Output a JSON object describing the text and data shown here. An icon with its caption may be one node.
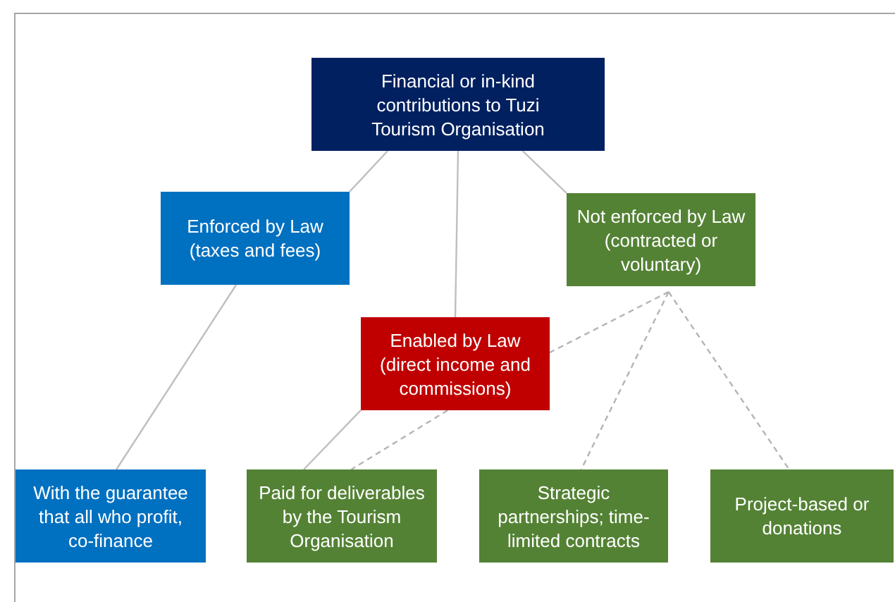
{
  "diagram": {
    "nodes": [
      {
        "text": [
          "Financial or in-kind contributions to Tuzi Tourism Organisation"
        ]
      },
      {
        "text": [
          "Enforced by Law (taxes and fees)"
        ]
      },
      {
        "text": [
          "Not enforced by Law (contracted or voluntary)"
        ]
      },
      {
        "text": [
          "Enabled by Law (direct income and commissions)"
        ]
      },
      {
        "text": [
          "With the guarantee that all who profit, co-finance"
        ]
      },
      {
        "text": [
          "Paid for deliverables by the Tourism Organisation"
        ]
      },
      {
        "text": [
          "Strategic partnerships; time-limited contracts"
        ]
      },
      {
        "text": [
          "Project-based or donations"
        ]
      }
    ],
    "edges": [
      {
        "from": 0,
        "to": 1,
        "arrow": "none"
      },
      {
        "from": 0,
        "to": 2,
        "arrow": "none"
      },
      {
        "from": 0,
        "to": 3,
        "arrow": "none"
      },
      {
        "from": 1,
        "to": 4,
        "arrow": "none"
      },
      {
        "from": 3,
        "to": 5,
        "arrow": "none"
      },
      {
        "from": 2,
        "to": 3,
        "arrow": "none",
        "style": "dashed"
      },
      {
        "from": 2,
        "to": 6,
        "arrow": "none",
        "style": "dashed"
      },
      {
        "from": 2,
        "to": 7,
        "arrow": "none",
        "style": "dashed"
      },
      {
        "from": 3,
        "to": 5,
        "arrow": "none",
        "style": "dashed"
      }
    ]
  }
}
